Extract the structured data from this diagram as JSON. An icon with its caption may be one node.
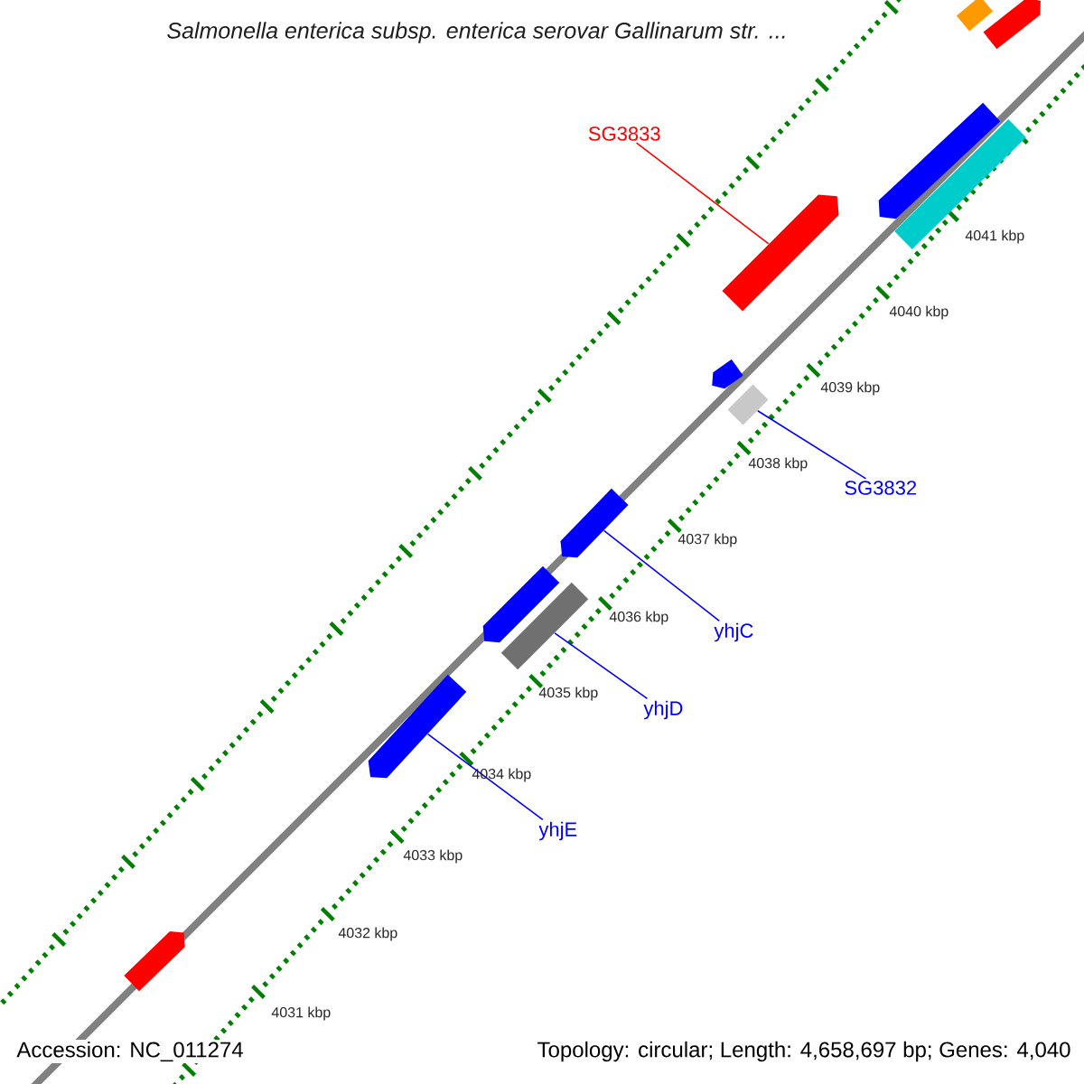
{
  "diagram": {
    "title": "Salmonella enterica subsp. enterica serovar Gallinarum str. ...",
    "nodes": [
      {
        "text": [],
        "shape": "bar"
      },
      {
        "text": [],
        "shape": "arrow"
      },
      {
        "text": [],
        "shape": "arrow"
      },
      {
        "text": [],
        "shape": "bar"
      },
      {
        "text": [
          "SG3833"
        ]
      },
      {
        "text": [],
        "shape": "arrow"
      },
      {
        "text": [],
        "shape": "arrow"
      },
      {
        "text": [],
        "shape": "bar"
      },
      {
        "text": [
          "SG3832"
        ]
      },
      {
        "text": [],
        "shape": "arrow"
      },
      {
        "text": [],
        "shape": "arrow"
      },
      {
        "text": [],
        "shape": "bar"
      },
      {
        "text": [
          "yhjC"
        ]
      },
      {
        "text": [
          "yhjD"
        ]
      },
      {
        "text": [],
        "shape": "arrow"
      },
      {
        "text": [
          "yhjE"
        ]
      },
      {
        "text": [],
        "shape": "arrow"
      }
    ],
    "edges": [
      {
        "from": 4,
        "to": 5,
        "arrow": "none",
        "color": "#ff0000"
      },
      {
        "from": 8,
        "to": 7,
        "arrow": "none"
      },
      {
        "from": 12,
        "to": 9,
        "arrow": "none"
      },
      {
        "from": 13,
        "to": 11,
        "arrow": "none"
      },
      {
        "from": 15,
        "to": 14,
        "arrow": "none"
      }
    ],
    "labels": [
      "4041 kbp",
      "4040 kbp",
      "4039 kbp",
      "4038 kbp",
      "4037 kbp",
      "4036 kbp",
      "4035 kbp",
      "4034 kbp",
      "4033 kbp",
      "4032 kbp",
      "4031 kbp",
      "Accession: NC_011274",
      "Topology: circular; Length: 4,658,697 bp; Genes: 4,040"
    ]
  }
}
